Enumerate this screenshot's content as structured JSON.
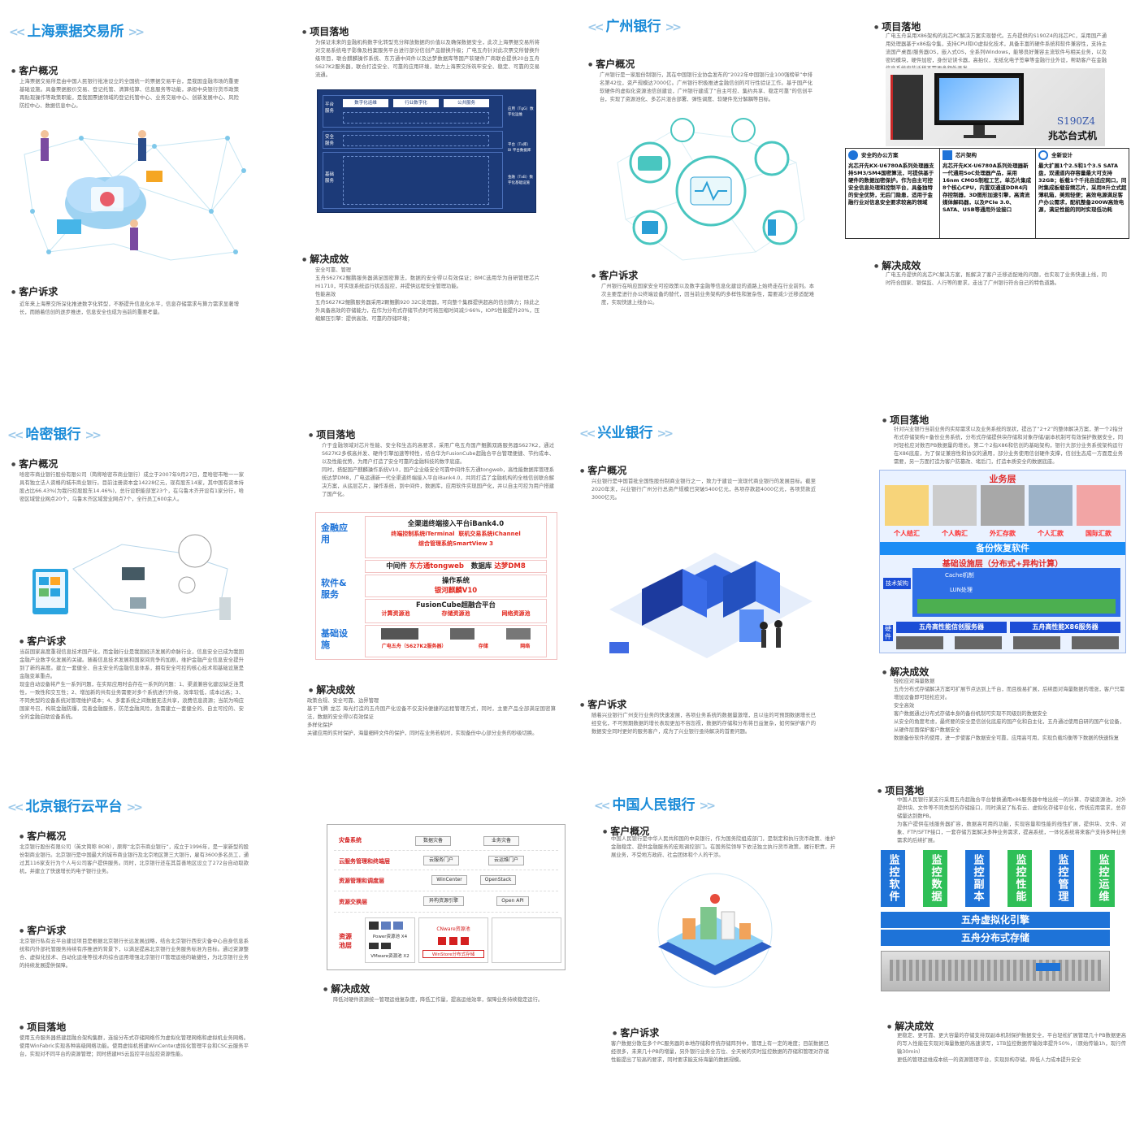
{
  "shanghai": {
    "title": "上海票据交易所",
    "overview_heading": "客户概况",
    "overview_text": "上海票据交易所是由中国人民银行批准设立的全国统一的票据交易平台，是我国金融市场的重要基础设施。具备票据报价交易、登记托管、清算结算、信息服务等功能，承担中央银行货币政策再贴现操作等政策职能，是我国票据领域的登记托管中心、业务交易中心、创新发展中心、风险防控中心、数据信息中心。",
    "appeal_heading": "客户诉求",
    "appeal_text": "近年来上海票交所深化推进数字化转型，不断提升信息化水平，信息存储需求与算力需求显著增长，而随着信创的逐步推进，信息安全也成为当前的重要考量。",
    "project_heading": "项目落地",
    "project_text": "为保证未来的金融机构数字化转型充分释放数据的价值以及确保数据安全，此次上海票据交易所将对交易系统电子影像及档案服务平台进行部分信创产品替换升级；广电五舟针对此次票交所替换升级项目，联合麒麟操作系统、东方通中间件以及达梦数据库等国产软硬件厂商联合提供20台五舟S627K2服务器，联合打造安全、可靠的应用环境，助力上海票交所筑牢安全、稳定、可靠的交易流通。",
    "result_heading": "解决成效",
    "result_text": "安全可靠、管理\n五舟S627K2鲲鹏服务器满足国密算法，数据的安全得以有效保证；BMC选用华为自研管理芯片Hi1710，可实现系统运行状态监控，并提供远程安全管理功能。\n性能高效\n五舟S627K2鲲鹏服务器采用2颗鲲鹏920 32C处理器，可向整个集群提供超高的信创算力；除此之外具备高效的存储能力，在作为分布式存储节点时可将压缩时间减少66%，IOPS性能提升20%，压缩解压引擎：提供高效、可靠的存储环境；",
    "diagram": {
      "row1_label": "平台服务",
      "row1_boxes": [
        "数字化运维",
        "行业数字化",
        "公共服务"
      ],
      "row2_label": "安全服务",
      "row3_label": "基础服务",
      "side_labels": [
        "应用（TgG）数字化运维",
        "平台（Tx库）BI 平台数据库",
        "金融（TxB）数字化基础设施"
      ]
    }
  },
  "guangzhou": {
    "title": "广州银行",
    "overview_heading": "客户概况",
    "overview_text": "广州银行是一家股份制银行，其在中国银行业协会发布的“2022年中国银行业100强榜单”中排名第42位，资产规模达7000亿。广州银行积极推进金融信创的可行性验证工作。基于国产化软硬件的虚拟化资源池信创建设，广州银行建成了“自主可控、集约共享、稳定可靠”的信创平台，实现了资源池化、多芯片混合部署、弹性调度、软硬件充分解耦等目标。",
    "appeal_heading": "客户诉求",
    "appeal_text": "广州银行在响应国家安全可控政策以及数字金融等信息化建设的道路上始终走在行业前列。本次主要是进行办公终端设备的替代，因当前业务架构的多样性和复杂性，需要减少迁移适配难度，实现快速上线办公。",
    "project_heading": "项目落地",
    "project_text": "广电五舟采用X86架构的兆芯PC解决方案实现替代。五舟提供的S190Z4的兆芯PC，采用国产通用处理器基于x86指令集，支持CPU和IO虚拟化技术，具备丰富的硬件系统和软件兼容性，支持主流国产桌面/服务器OS，嵌入式OS，全系列Windows，能够良好兼容主流软件与相关业务，以及密码模块，硬件加密，身份证读卡器，高拍仪，无纸化电子签章等金融行业外设，帮助客户在金融信息系统安装迁移不需更多额外开发。",
    "result_heading": "解决成效",
    "result_text": "广电五舟提供的兆芯PC解决方案，既解决了客户迁移适配难的问题，也实现了业务快速上线，同时符合国家、银保监、人行等的要求，走出了广州银行符合自己的特色道路。",
    "product_model": "S190Z4",
    "product_name": "兆芯台式机",
    "features": [
      {
        "title": "安全的办公方案",
        "text": "兆芯开先KX-U6780A系列处理器支持SM3/SM4国密算法，可提供基于硬件的数据加密保护。作为自主可控安全信息处理和控制平台，具备独特的安全优势，无后门隐患，适用于金融行业对信息安全要求较高的领域"
      },
      {
        "title": "芯片架构",
        "text": "兆芯开先KX-U6780A系列处理器新一代通用SoC处理器产品，采用16nm CMOS制程工艺，单芯片集成8个核心CPU，内置双通道DDR4内存控制器，3D图形加速引擎，高清流媒体解码器，以及PCIe 3.0、SATA、USB等通用外设接口"
      },
      {
        "title": "全新设计",
        "text": "最大扩展1个2.5和1个3.5 SATA盘，双通道内存容量最大可支持32GB；板载1个千兆自适应网口，同时集成板载音频芯片，采用8升立式超薄机箱，美观轻便；高效电源满足客户办公需求，配机整备200W高效电源，满足性能的同时实现低功耗"
      }
    ]
  },
  "hami": {
    "title": "哈密银行",
    "overview_heading": "客户概况",
    "overview_text": "哈密市商业银行股份有限公司（简称哈密市商业银行）成立于2007年9月27日，是哈密市唯一一家具有独立法人资格的城市商业银行。目前注册资本金14228亿元，现有股东14家，其中国有资本持股占比66.43%(为我行控股股东14.46%)，总行设职能部室23个，在乌鲁木齐开设有1家分行，哈密区域营业网点20个，乌鲁木齐区域营业网点7个，全行员工600余人。",
    "appeal_heading": "客户诉求",
    "appeal_text": "当前国家高度重视信息技术国产化，而金融行业是我国经济发展的命脉行业，信息安全已成为我国金融产业数字化发展的关键。随着信息技术发展和国家间竞争的加剧，维护金融产业信息安全提升到了新的高度。建立一套健全、自主安全的金融信息体系，拥有安全可控的核心技术和基础设施是金融变革重点。\n现金自动设备将产生一系列问题，在实际应用时会存在一系列的问题：1、渠道兼容化建设缺乏连贯性，一致性和交互性；2、增加新的共有业务需要对多个系统进行升级，效率较低，成本过高；3、不同类型的设备系统对管理维护成本；4、多套系统之间数据无法共享，浪费信息资源；当前为响应国家号召，构筑金融防爆，完善金融服务，防范金融风险，急需建立一套健全的、自主可控的、安全的金融自助设备系统。",
    "project_heading": "项目落地",
    "project_text": "介于金融领域对芯片性能、安全和生态的高要求，采用广电五舟国产鲲鹏双路服务器S627K2，通过S627K2多核高并发、硬件引擎加速等特性，结合华为FusionCube超融合平台管理便捷、节约成本、以及性能优势，为用户打造了安全可靠的金融科技的数字底座。\n同时，搭配国产麒麟操作系统V10，国产企业级安全可靠中间件东方通tongweb，高性能数据库管理系统达梦DM8，广电运通新一代全渠道终端接入平台iBank4.0，共同打造了金融机构的全栈信创联合解决方案，从底层芯片，操作系统，到中间件，数据库，应用软件实现国产化，并以自主可控为用户搭建了国产化。",
    "result_heading": "解决成效",
    "result_text": "政策合规、安全可靠、边界管理\n基于飞腾 龙芯 海光打造的五舟国产化设备不仅支持便捷的远程管理方式，同时，主要产品全部满足国密算法，数据的安全得以有效保证\n多样化保护\n关键应用的实时保护，海量细碎文件的保护，同时在业务若机时，实现备份中心部分业务的秒级切换。",
    "stack": {
      "label_finance": "金融应用",
      "label_software": "软件&服务",
      "label_base": "基础设施",
      "ibank": "全渠道终端接入平台iBank4.0",
      "terminal": "终端控制系统iTerminal",
      "channel": "联机交易系统iChannel",
      "smartview": "综合管理系统SmartView 3",
      "mw_label": "中间件",
      "mw_value": "东方通tongweb",
      "db_label": "数据库",
      "db_value": "达梦DM8",
      "os_label": "操作系统",
      "os_value": "银河麒麟V10",
      "fc": "FusionCube超融合平台",
      "pool1": "计算资源池",
      "pool2": "存储资源池",
      "pool3": "网络资源池",
      "hw1": "广电五舟（S627K2服务器）",
      "hw2": "存储",
      "hw3": "网络"
    }
  },
  "xingye": {
    "title": "兴业银行",
    "overview_heading": "客户概况",
    "overview_text": "兴业银行是中国首批全国性股份制商业银行之一，致力于建设一流现代商业银行的发展目标。截至2020年末，兴业银行广州分行总资产规模已突破5400亿元，各项存款超4000亿元，各项贷款近3000亿元。",
    "appeal_heading": "客户诉求",
    "appeal_text": "随着兴业银行广州支行业务的快速发展，各项业务系统的数据量激增，且以往的可预期数据增长已经变化，不可预期数据的增长表现更加不容忽视，数据的存储和分布将日益复杂，如何保护客户的数据安全同时更好的服务客户，成为了兴业银行亟待解决的首要问题。",
    "project_heading": "项目落地",
    "project_text": "针对兴业银行当前业务的实际需求以及业务系统的现状，提出了“2+2”的整体解决方案，第一个2指分布式存储架构+备份业务系统，分布式存储提供块存储和对象存储/副本机制可有效保护数据安全，同时轻松应对数百PB数据量的增长。第二个2指X86和信创的基础架构，银行大部分业务系统架构运行在X86底座，为了保证兼容性和协议的通用，部分业务使用信创硬件支撑，信创生态成一方面是业务需要，另一方面打造为客户防篡改、堵后门，打造本质安全的数据底座。",
    "result_heading": "解决成效",
    "result_text": "轻松应对海量数据\n五舟分布式存储解决方案可扩展节点达到上千台，而且极易扩展，后续面对海量数据的增涨，客户只需增加设备即可轻松应对。\n安全高效\n客户数据通过分布式存储本身的备份机制可实现不同级别的数据安全\n从安全的角度考虑，最终要的安全是信创化底座的国产化和自主化，五舟通过使用自研的国产化设备，从硬件层面保护客户数据安全\n数据备份软件的使用，进一步使客户数据安全可靠，应用高可用，实现负载均衡等下数据的快速恢复",
    "diagram": {
      "business": "业务层",
      "b_labels": [
        "个人结汇",
        "个人购汇",
        "外汇存款",
        "个人汇款",
        "国际汇款"
      ],
      "backup": "备份恢复软件",
      "infra": "基础设施层（分布式+异构计算）",
      "tech": "技术架构",
      "layers": [
        "Cache机制",
        "LUN处理"
      ],
      "hw_label": "硬件",
      "srv1": "五舟高性能信创服务器",
      "srv2": "五舟高性能X86服务器"
    }
  },
  "beijing": {
    "title": "北京银行云平台",
    "overview_heading": "客户概况",
    "overview_text": "北京银行股份有限公司（英文简称 BOB），原称“北京市商业银行”，成立于1996年，是一家新型的股份制商业银行。北京银行是中国最大的城市商业银行及北京地区第三大银行，雇有3600多名员工，通过其116家支行为个人与公司客户提供服务。同时，北京银行还在其首善地区设立了272台自动取款机，并建立了快速增长的电子银行业务。",
    "appeal_heading": "客户诉求",
    "appeal_text": "北京银行私有云平台建设项目是根据北京银行长远发展战略，结合北京银行西安灾备中心自身信息系统和内外部托管服务持续有序推进的背景下，以满足提高北京银行业务服务标准为目标。通过资源整合、虚拟化技术、自动化运维等技术的综合运用增强北京银行IT管理运维的敏捷性，为北京银行业务的持续发展提供保障。",
    "project_heading": "项目落地",
    "project_text": "使用五舟服务器搭建超融合架构集群，连接分布式存储网络作为虚拟化管理网络和虚拟机业务网络。使用WinFabric实现各种高级网络功能。使用虚拟机搭建WinCenter虚拟化管理平台和CSC云服务平台，实现对不同平台的资源管理；同时搭建MS云监控平台监控资源性能。",
    "result_heading": "解决成效",
    "result_text": "降低对硬件资源统一管理运维复杂度，降低工作量，提高运维效率，保障业务持续稳定运行。",
    "diagram": {
      "layers": [
        "灾备系统",
        "云服务管理和终端层",
        "资源管理和调度层",
        "资源交换层",
        "资源池层"
      ],
      "l1_boxes": [
        "数据灾备",
        "业务灾备"
      ],
      "l2_boxes": [
        "云服务门户",
        "云运维门户"
      ],
      "l3_boxes": [
        "WinCenter",
        "OpenStack"
      ],
      "l4_boxes": [
        "异构资源引擎",
        "Open API"
      ],
      "pool_labels": [
        "Power资源池 X4",
        "VMware资源池 X2",
        "CNware资源池",
        "WinStore分布式存储"
      ]
    }
  },
  "pboc": {
    "title": "中国人民银行",
    "overview_heading": "客户概况",
    "overview_text": "中国人民银行是中华人民共和国的中央银行，作为国务院组成部门，是制定和执行货币政策、维护金融稳定、提供金融服务的宏观调控部门。在国务院领导下依法独立执行货币政策，履行职责，开展业务，不受地方政府、社会团体和个人的干涉。",
    "appeal_heading": "客户诉求",
    "appeal_text": "客户数据分散在多个PC服务器的本地存储和传统存储阵列中，管理上有一定的难度；目前数据已经很多，未来几十PB的增量，另外银行业务全方位、全天候的实时监控数据的存储和管理对存储性能提出了较高的要求，同时要求能支持海量的数据规模。",
    "project_heading": "项目落地",
    "project_text": "中国人民银行某支行采用五舟超融合平台替换通用x86服务器中堆出统一的计算、存储资源池，对外提供块、文件等不同类型的存储接口，同时满足了私有云、虚拟化存储平台化，传统应用需求，总存储量达到数PB。\n为客户提供在线服务器扩容，数据高可用的功能，实现容量和性能的线性扩展，提供块、文件、对象、FTP/SFTP接口，一套存储方案解决多种业务需求，提高系统，一体化系统将来客户支持多种业务需求的后续扩展。",
    "result_heading": "解决成效",
    "result_text": "更稳定、更可靠、更大容量的存储支持双副本机制保护数据安全，平台轻松扩展管理几十PB数据更高的写入性能在实现对海量数据的高速读写，1TB监控数据传输效率提升50%，（原始传输1h，现行传输30min）\n更低的管理运维成本统一的资源管理平台，实现异构存储，降低人力成本提升安全",
    "columns": [
      "监控软件",
      "监控数据",
      "监控副本",
      "监控性能",
      "监控管理",
      "监控运维"
    ],
    "engine": "五舟虚拟化引擎",
    "storage": "五舟分布式存储"
  }
}
